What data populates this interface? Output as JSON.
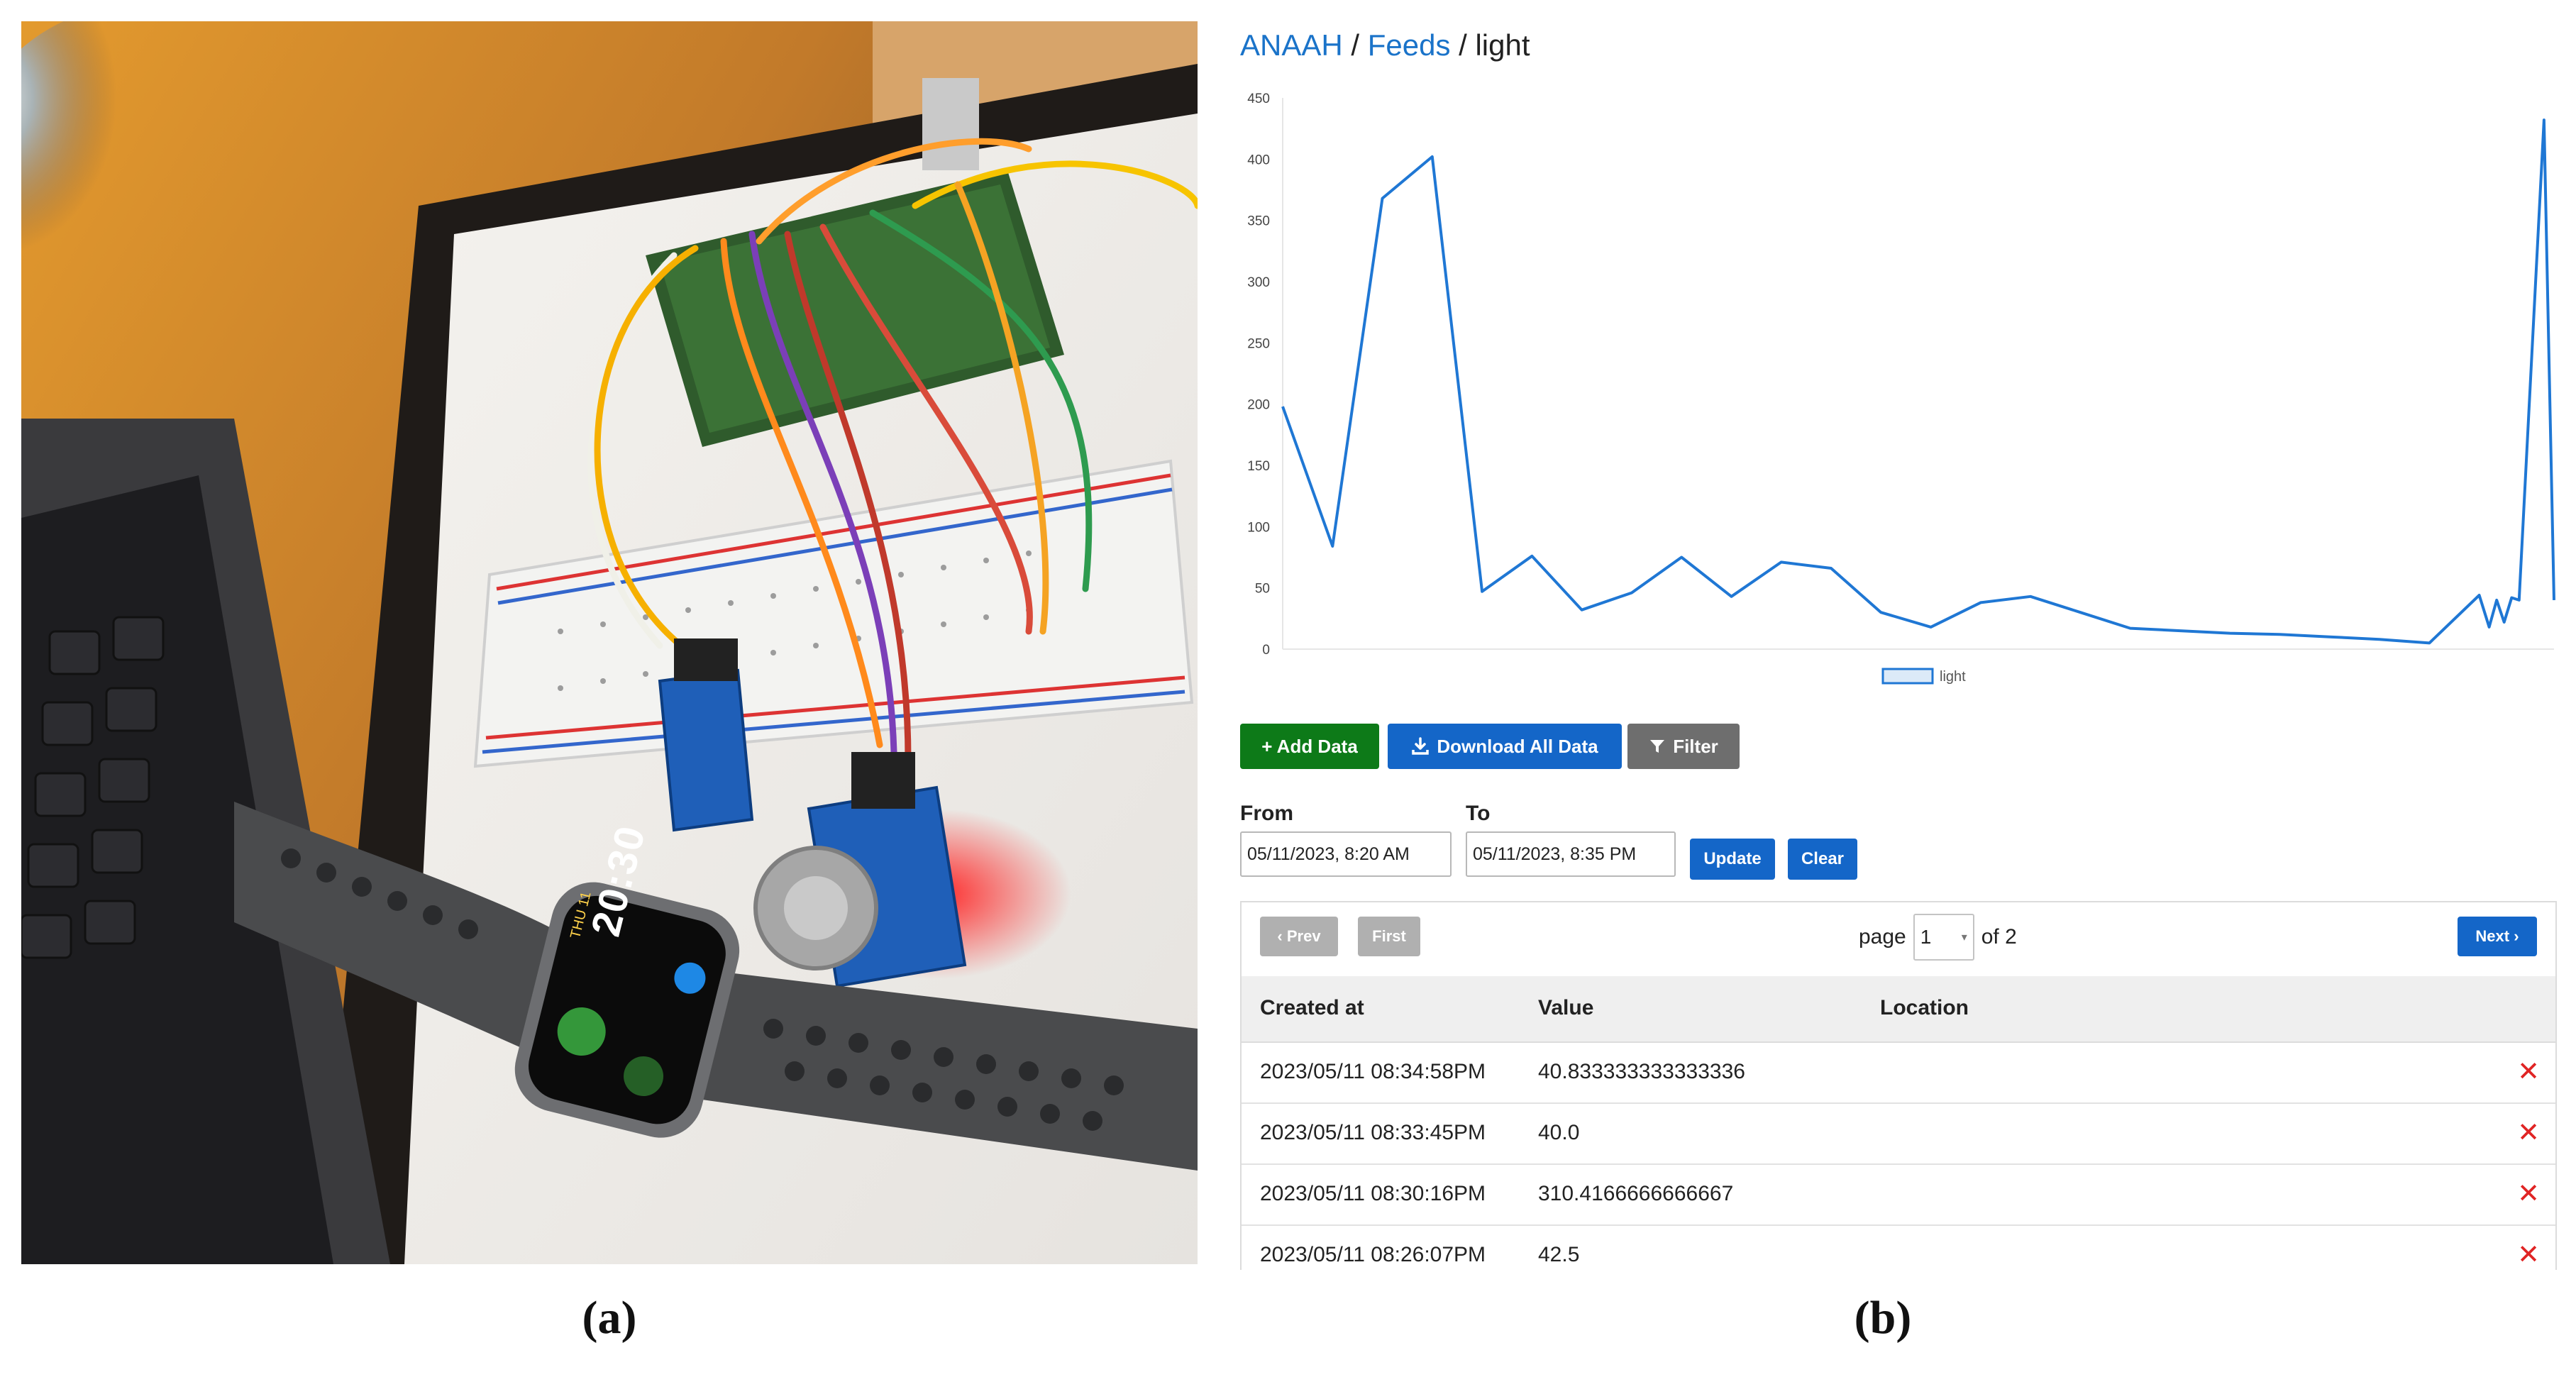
{
  "captions": {
    "a": "(a)",
    "b": "(b)"
  },
  "photo": {
    "watch": {
      "time": "20:30",
      "date": "THU 11"
    }
  },
  "breadcrumb": {
    "root": "ANAAH",
    "sep": "/",
    "feeds": "Feeds",
    "current": "light"
  },
  "chart_data": {
    "type": "line",
    "title": "",
    "xlabel": "",
    "ylabel": "",
    "ylim": [
      0,
      450
    ],
    "y_ticks": [
      0,
      50,
      100,
      150,
      200,
      250,
      300,
      350,
      400,
      450
    ],
    "grid": false,
    "legend_position": "bottom-center",
    "series": [
      {
        "name": "light",
        "color": "#1f77d4",
        "points": [
          [
            0,
            198
          ],
          [
            1,
            84
          ],
          [
            2,
            368
          ],
          [
            3,
            402
          ],
          [
            4,
            47
          ],
          [
            5,
            76
          ],
          [
            6,
            32
          ],
          [
            7,
            46
          ],
          [
            8,
            75
          ],
          [
            9,
            43
          ],
          [
            10,
            71
          ],
          [
            11,
            66
          ],
          [
            12,
            30
          ],
          [
            13,
            18
          ],
          [
            14,
            38
          ],
          [
            15,
            43
          ],
          [
            16,
            30
          ],
          [
            17,
            17
          ],
          [
            18,
            15
          ],
          [
            19,
            13
          ],
          [
            20,
            12
          ],
          [
            21,
            10
          ],
          [
            22,
            8
          ],
          [
            23,
            5
          ],
          [
            24,
            44
          ],
          [
            24.2,
            18
          ],
          [
            24.35,
            40
          ],
          [
            24.5,
            22
          ],
          [
            24.65,
            42
          ],
          [
            24.8,
            40
          ],
          [
            25.3,
            432
          ],
          [
            25.5,
            40
          ]
        ]
      }
    ]
  },
  "actions": {
    "add": "+ Add Data",
    "download": "Download All Data",
    "filter": "Filter"
  },
  "filter_form": {
    "from_label": "From",
    "from_value": "05/11/2023, 8:20 AM",
    "to_label": "To",
    "to_value": "05/11/2023, 8:35 PM",
    "update": "Update",
    "clear": "Clear"
  },
  "pagination": {
    "prev": "Prev",
    "first": "First",
    "page_label": "page",
    "page_value": "1",
    "of_label": "of 2",
    "next": "Next"
  },
  "table": {
    "headers": [
      "Created at",
      "Value",
      "Location"
    ],
    "rows": [
      {
        "created": "2023/05/11 08:34:58PM",
        "value": "40.833333333333336",
        "location": ""
      },
      {
        "created": "2023/05/11 08:33:45PM",
        "value": "40.0",
        "location": ""
      },
      {
        "created": "2023/05/11 08:30:16PM",
        "value": "310.4166666666667",
        "location": ""
      },
      {
        "created": "2023/05/11 08:26:07PM",
        "value": "42.5",
        "location": ""
      }
    ],
    "delete_glyph": "✕"
  },
  "colors": {
    "link": "#1a73c9",
    "line": "#1f77d4",
    "green": "#0d7a18",
    "blue": "#1466c8",
    "gray": "#6e6e6e",
    "delete": "#e02424"
  }
}
